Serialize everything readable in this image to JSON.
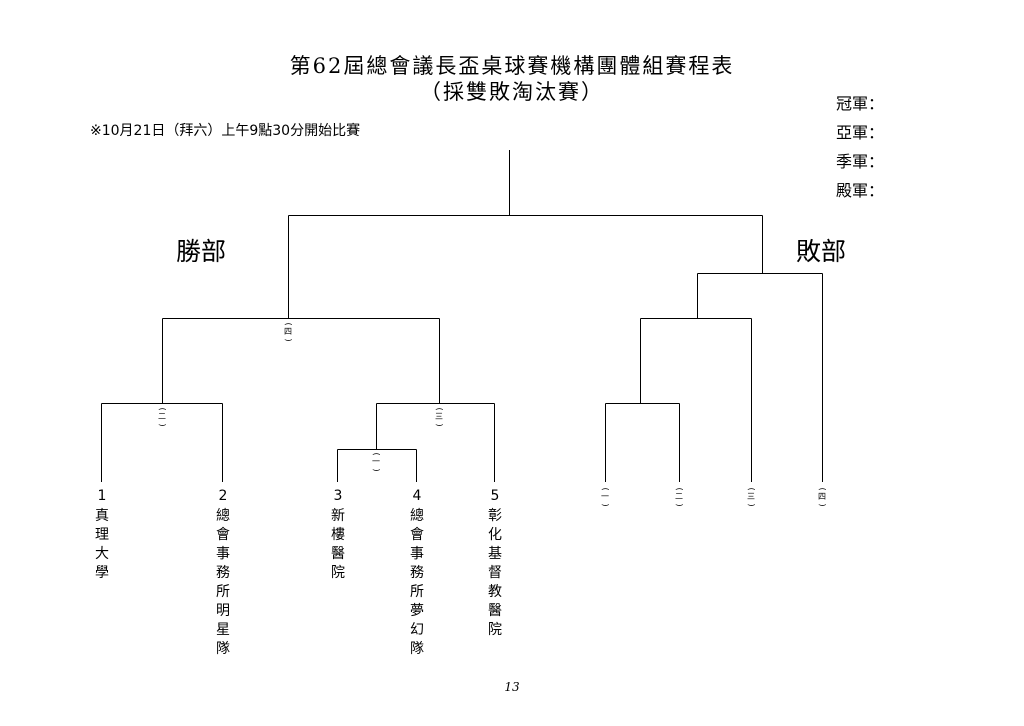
{
  "title": "第62屆總會議長盃桌球賽機構團體組賽程表",
  "subtitle": "（採雙敗淘汰賽）",
  "schedule": "※10月21日（拜六）上午9點30分開始比賽",
  "results": [
    {
      "label": "冠軍："
    },
    {
      "label": "亞軍："
    },
    {
      "label": "季軍："
    },
    {
      "label": "殿軍："
    }
  ],
  "winners_bracket_label": "勝部",
  "losers_bracket_label": "敗部",
  "teams": [
    {
      "seed": "1",
      "name": "真理大學"
    },
    {
      "seed": "2",
      "name": "總會事務所明星隊"
    },
    {
      "seed": "3",
      "name": "新樓醫院"
    },
    {
      "seed": "4",
      "name": "總會事務所夢幻隊"
    },
    {
      "seed": "5",
      "name": "彰化基督教醫院"
    }
  ],
  "winners_matches": [
    {
      "id": "m1",
      "label": "一"
    },
    {
      "id": "m2",
      "label": "二"
    },
    {
      "id": "m3",
      "label": "三"
    },
    {
      "id": "m4",
      "label": "四"
    }
  ],
  "losers_slots": [
    {
      "label": "一"
    },
    {
      "label": "二"
    },
    {
      "label": "三"
    },
    {
      "label": "四"
    }
  ],
  "page_number": "13"
}
